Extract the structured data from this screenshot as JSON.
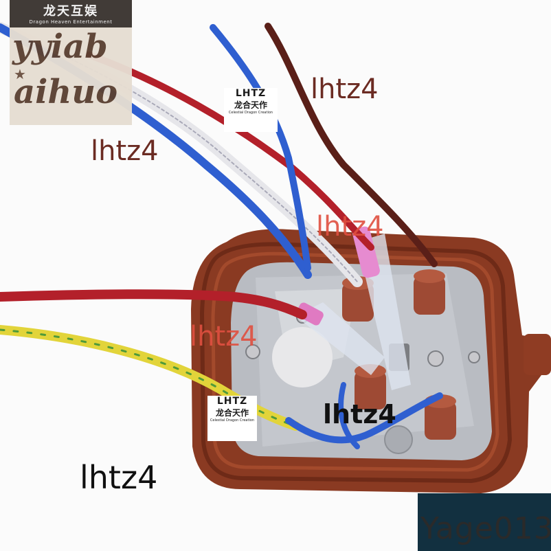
{
  "photo": {
    "subject": "electric kettle base connector with heating element terminals and colored braided wires",
    "colors": {
      "gasket": "#8a3a22",
      "plate": "#b9bcc2",
      "terminal": "#9e4a34",
      "wire_blue": "#2f5fd0",
      "wire_red": "#b3202a",
      "wire_brown": "#5a1f18",
      "wire_white": "#e6e6ea",
      "wire_yellow_green": "#e2d43a",
      "sleeve_pink": "#e68bd0"
    }
  },
  "badge": {
    "cn": "龙天互娱",
    "en": "Dragon Heaven Entertainment",
    "line1": "yyiab",
    "line2": "aihuo"
  },
  "logo_tiles": [
    {
      "mark": "LHTZ",
      "cn": "龙合天作",
      "en": "Celestial Dragon Creation"
    },
    {
      "mark": "LHTZ",
      "cn": "龙合天作",
      "en": "Celestial Dragon Creation"
    }
  ],
  "watermarks": [
    "lhtz4",
    "lhtz4",
    "lhtz4",
    "lhtz4",
    "lhtz4",
    "lhtz4"
  ],
  "id_text": "Yage013"
}
